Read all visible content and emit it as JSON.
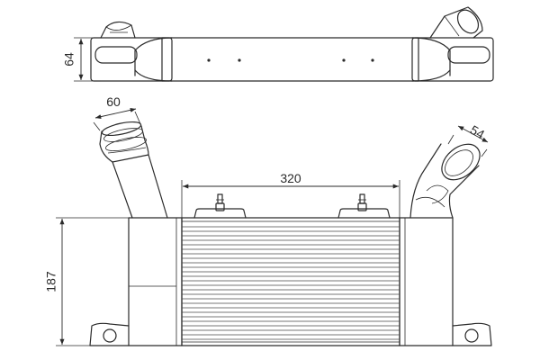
{
  "drawing": {
    "dimensions": {
      "depth": "64",
      "inlet_diameter": "60",
      "core_width": "320",
      "outlet_diameter": "54",
      "height": "187"
    }
  }
}
